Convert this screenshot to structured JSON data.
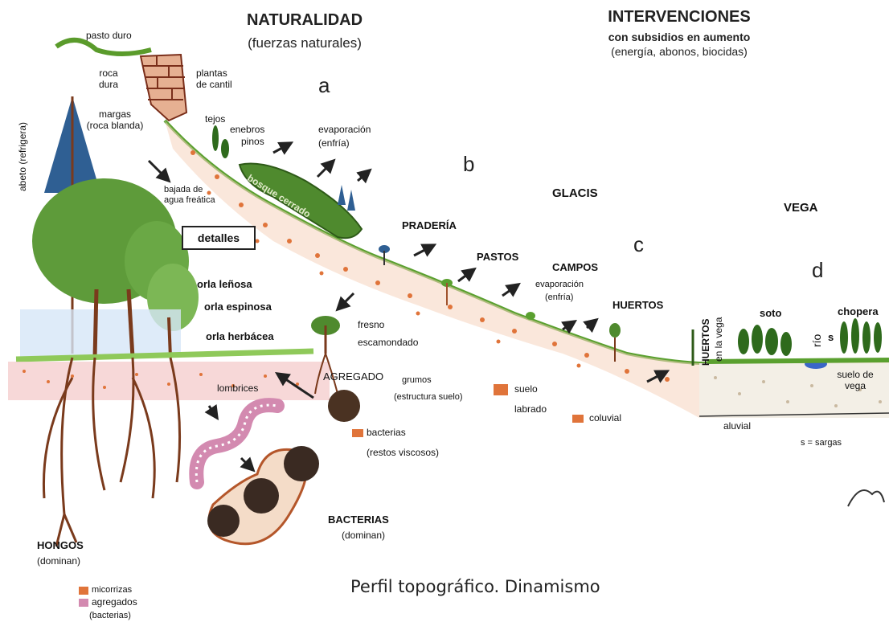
{
  "titles": {
    "left_title": "NATURALIDAD",
    "left_subtitle": "(fuerzas naturales)",
    "right_title": "INTERVENCIONES",
    "right_subtitle": "con subsidios en aumento",
    "right_note": "(energía, abonos, biocidas)"
  },
  "zone_letters": {
    "a": "a",
    "b": "b",
    "c": "c",
    "d": "d"
  },
  "zones": {
    "glacis": "GLACIS",
    "vega": "VEGA"
  },
  "top_labels": {
    "pasto_duro": "pasto duro",
    "roca_dura": "roca\ndura",
    "plantas_cantil": "plantas\nde cantil",
    "margas": "margas\n(roca blanda)",
    "tejos": "tejos",
    "enebros": "enebros",
    "pinos": "pinos",
    "evaporacion_1": "evaporación",
    "enfria_1": "(enfría)",
    "abeto": "abeto (refrigera)",
    "bajada": "bajada de\nagua freática",
    "bosque_cerrado": "bosque cerrado"
  },
  "detalles_button": "detalles",
  "slope_labels": {
    "praderia": "PRADERÍA",
    "pastos": "PASTOS",
    "campos": "CAMPOS",
    "evaporacion_2": "evaporación",
    "enfria_2": "(enfría)",
    "huertos": "HUERTOS",
    "huertos_vega_1": "HUERTOS",
    "huertos_vega_2": "en la vega",
    "soto": "soto",
    "rio": "río",
    "s": "s",
    "chopera": "chopera",
    "suelo_vega": "suelo de\nvega",
    "aluvial": "aluvial",
    "sargas": "s = sargas"
  },
  "edge_labels": {
    "orla_lenosa": "orla leñosa",
    "orla_espinosa": "orla espinosa",
    "orla_herbacea": "orla herbácea",
    "fresno": "fresno",
    "escamondado": "escamondado"
  },
  "soil_labels": {
    "lombrices": "lombrices",
    "agregado": "AGREGADO",
    "grumos": "grumos",
    "estructura": "(estructura suelo)",
    "bacterias_small": "bacterias",
    "restos": "(restos viscosos)",
    "suelo": "suelo",
    "labrado": "labrado",
    "coluvial": "coluvial",
    "bacterias_big": "BACTERIAS",
    "dominan_b": "(dominan)",
    "hongos": "HONGOS",
    "dominan_h": "(dominan)",
    "micorrizas": "micorrizas",
    "agregados": "agregados",
    "bacterias_legend": "(bacterias)"
  },
  "caption": "Perfil topográfico. Dinamismo",
  "colors": {
    "forest_green": "#4f8a2e",
    "light_green": "#9ccf6a",
    "soil_orange": "#e0743a",
    "root_brown": "#7a3a1c",
    "water_blue": "#3a66c8",
    "fir_blue": "#2f5f93"
  }
}
